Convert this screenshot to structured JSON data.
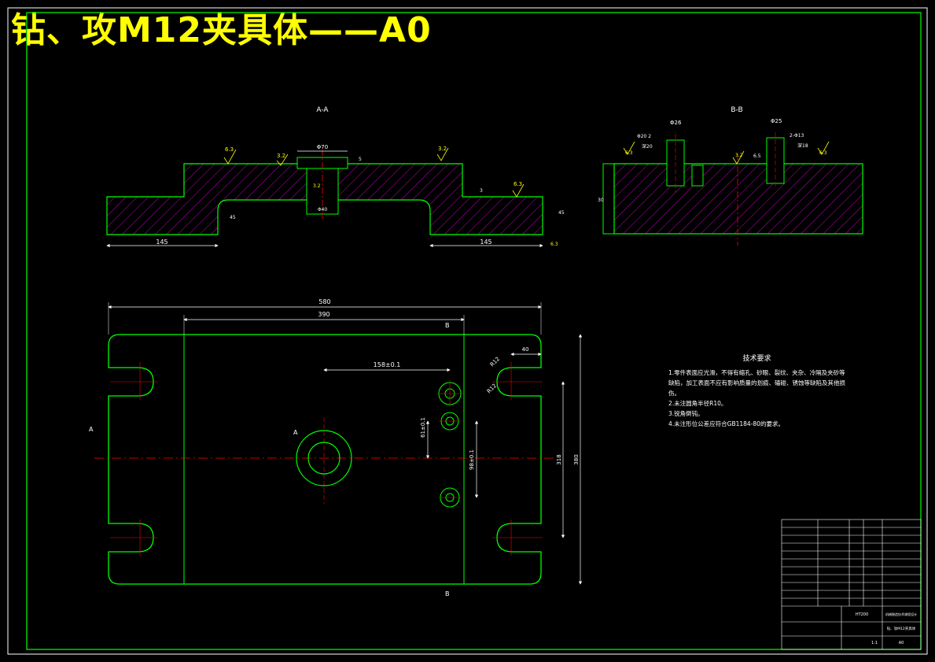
{
  "title": "钻、攻M12夹具体——A0",
  "section_a": {
    "label": "A-A",
    "dim_left": "145",
    "dim_right": "145",
    "dim_bore": "Φ70",
    "dim_bore_lower": "Φ40",
    "dim_height_left": "45",
    "dim_height_right": "45",
    "dim_step": "5",
    "dim_step2": "3",
    "rough_a": "6.3",
    "rough_b": "3.2",
    "rough_c": "3.2",
    "rough_d": "6.3",
    "rough_e": "3.2",
    "rough_f": "6.3"
  },
  "section_b": {
    "label": "B-B",
    "dim_height": "30",
    "dim_hole1": "Φ26",
    "dim_hole1_thread": "Φ20 2",
    "dim_hole1_depth": "深20",
    "dim_hole2": "Φ25",
    "dim_hole2_thread": "2-Φ13",
    "dim_hole2_depth": "深18",
    "rough_a": "6.3",
    "rough_b": "3.2",
    "rough_c": "6.3",
    "dim_small": "6.5"
  },
  "plan_view": {
    "dim_overall": "580",
    "dim_inner": "390",
    "dim_offset": "40",
    "dim_hole_x": "158±0.1",
    "dim_hole_y1": "61±0.1",
    "dim_hole_y2": "98±0.1",
    "dim_height_inner": "318",
    "dim_height_outer": "380",
    "dim_slot": "R12",
    "dim_slot2": "R12",
    "marker_a": "A",
    "marker_a_end": "A",
    "marker_b_top": "B",
    "marker_b_bottom": "B"
  },
  "tech_requirements": {
    "heading": "技术要求",
    "items": [
      "1.零件表面应光滑，不得有缩孔、砂眼、裂纹、夹杂、冷隔及夹砂等缺陷，加工表面不应有影响质量的划痕、磕碰、锈蚀等缺陷及其他损伤。",
      "2.未注圆角半径R10。",
      "3.锐角倒钝。",
      "4.未注形位公差应符合GB1184-80的要求。"
    ]
  },
  "title_block": {
    "part_name": "钻、攻M12夹具体",
    "material": "HT200",
    "scale": "1:1",
    "school": "机械制造技术课程设计",
    "sheet": "A0"
  },
  "colors": {
    "background": "#000000",
    "outline": "#00ff00",
    "dimension": "#ffffff",
    "hatch": "#ff00ff",
    "centerline": "#ff0000",
    "title": "#ffff00",
    "roughness": "#ffff00"
  }
}
